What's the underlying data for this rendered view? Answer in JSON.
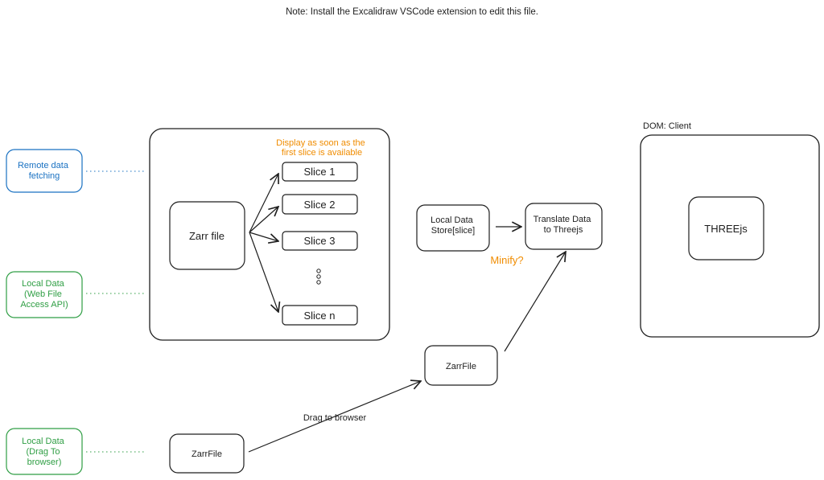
{
  "note": "Note: Install the Excalidraw VSCode extension to edit this file.",
  "colors": {
    "stroke": "#1e1e1e",
    "blue": "#1971c2",
    "green": "#2f9e44",
    "orange": "#f08c00"
  },
  "sources": {
    "remote": [
      "Remote data",
      "fetching"
    ],
    "local_web": [
      "Local Data",
      "(Web File",
      "Access API)"
    ],
    "local_drag": [
      "Local Data",
      "(Drag To",
      "browser)"
    ]
  },
  "zarr_group": {
    "zarr_file": "Zarr file",
    "annotation": [
      "Display as soon as the",
      "first slice is available"
    ],
    "slices": [
      "Slice 1",
      "Slice 2",
      "Slice 3",
      "Slice n"
    ]
  },
  "local_store": [
    "Local Data",
    "Store[slice]"
  ],
  "translate": [
    "Translate Data",
    "to Threejs"
  ],
  "minify": "Minify?",
  "zarrfile_mid": "ZarrFile",
  "zarrfile_bottom": "ZarrFile",
  "drag_label": "Drag to browser",
  "dom": {
    "label": "DOM: Client",
    "threejs": "THREEjs"
  }
}
